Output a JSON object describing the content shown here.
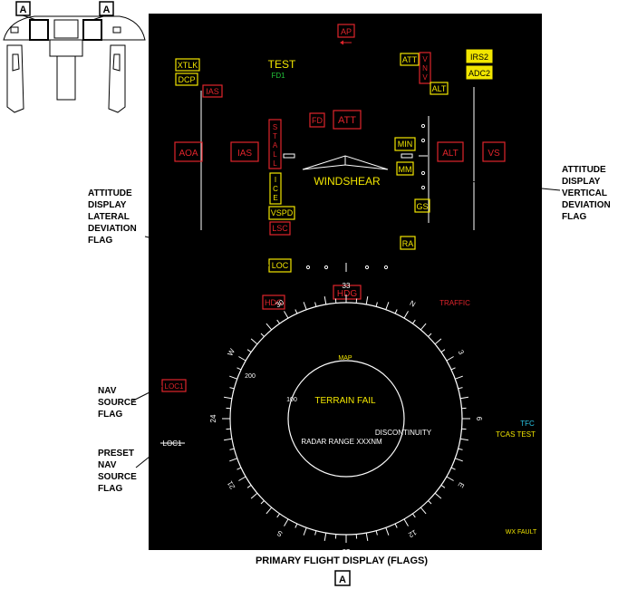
{
  "colors": {
    "red": "#e0242b",
    "yellow": "#f2e600",
    "green": "#22c33a",
    "cyan": "#29c6e6",
    "white": "#ffffff",
    "screen": "#000000"
  },
  "inset": {
    "view_label": "A"
  },
  "pfd": {
    "top": {
      "ap": "AP",
      "test": "TEST",
      "fd1": "FD1",
      "xtlk": "XTLK",
      "dcp": "DCP",
      "ias_small": "IAS",
      "att_small": "ATT",
      "vnav_letters": [
        "V",
        "N",
        "V"
      ],
      "alt_small": "ALT",
      "irs2": "IRS2",
      "adc2": "ADC2"
    },
    "middle": {
      "fd": "FD",
      "att": "ATT",
      "aoa": "AOA",
      "ias": "IAS",
      "stall_letters": [
        "S",
        "T",
        "A",
        "L",
        "L"
      ],
      "ice_letters": [
        "I",
        "C",
        "E"
      ],
      "vspd": "VSPD",
      "lsc": "LSC",
      "min": "MIN",
      "mm": "MM",
      "alt": "ALT",
      "vs": "VS",
      "windshear": "WINDSHEAR",
      "gs": "GS",
      "ra": "RA",
      "loc": "LOC"
    },
    "hsi": {
      "hdg_flag": "HDG",
      "hdg_box": "HDG",
      "traffic": "TRAFFIC",
      "map": "MAP",
      "terrain_fail": "TERRAIN FAIL",
      "radar_range": "RADAR RANGE XXXNM",
      "discontinuity": "DISCONTINUITY",
      "range_100": "100",
      "range_200": "200",
      "compass": [
        "N",
        "3",
        "6",
        "E",
        "12",
        "15",
        "S",
        "21",
        "24",
        "W",
        "30",
        "33"
      ],
      "loc1_flag": "LOC1",
      "loc1_preset": "LOC1",
      "tfc": "TFC",
      "tcas_test": "TCAS TEST",
      "wx_fault": "WX FAULT"
    }
  },
  "callouts": {
    "lateral_dev": [
      "ATTITUDE",
      "DISPLAY",
      "LATERAL",
      "DEVIATION",
      "FLAG"
    ],
    "vertical_dev": [
      "ATTITUDE",
      "DISPLAY",
      "VERTICAL",
      "DEVIATION",
      "FLAG"
    ],
    "nav_source": [
      "NAV",
      "SOURCE",
      "FLAG"
    ],
    "preset_nav_source": [
      "PRESET",
      "NAV",
      "SOURCE",
      "FLAG"
    ]
  },
  "caption": {
    "title": "PRIMARY FLIGHT DISPLAY (FLAGS)",
    "view": "A"
  }
}
